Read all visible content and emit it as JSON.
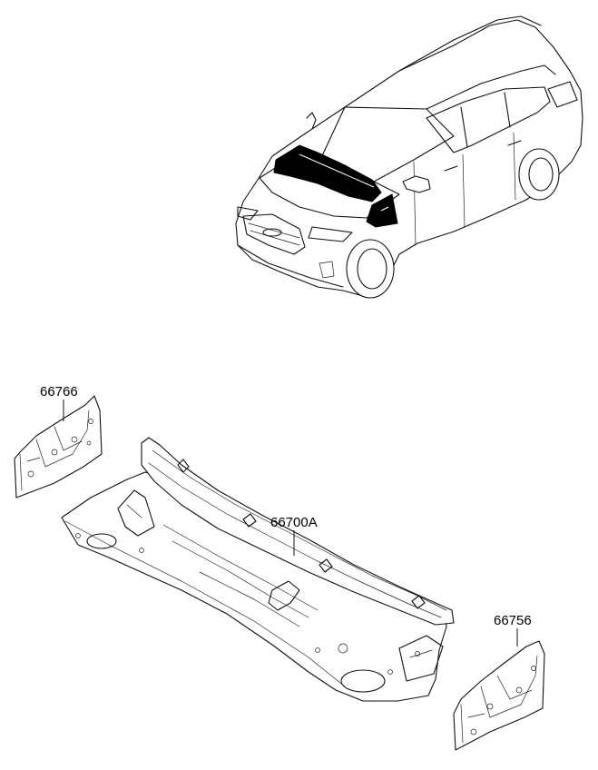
{
  "diagram": {
    "parts": [
      {
        "id": "left-panel",
        "number": "66766"
      },
      {
        "id": "cowl-panel",
        "number": "66700A"
      },
      {
        "id": "right-panel",
        "number": "66756"
      }
    ]
  }
}
